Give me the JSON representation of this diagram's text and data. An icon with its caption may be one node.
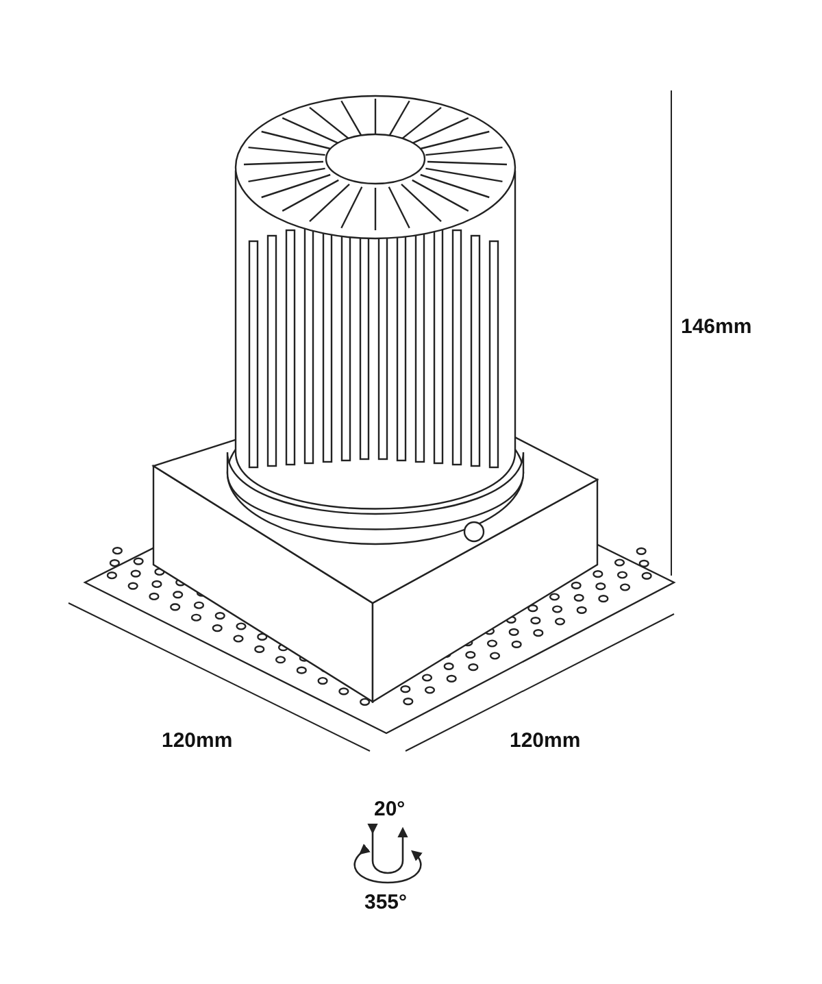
{
  "diagram": {
    "labels": [
      "146mm",
      "120mm",
      "120mm",
      "20°",
      "355°"
    ]
  }
}
